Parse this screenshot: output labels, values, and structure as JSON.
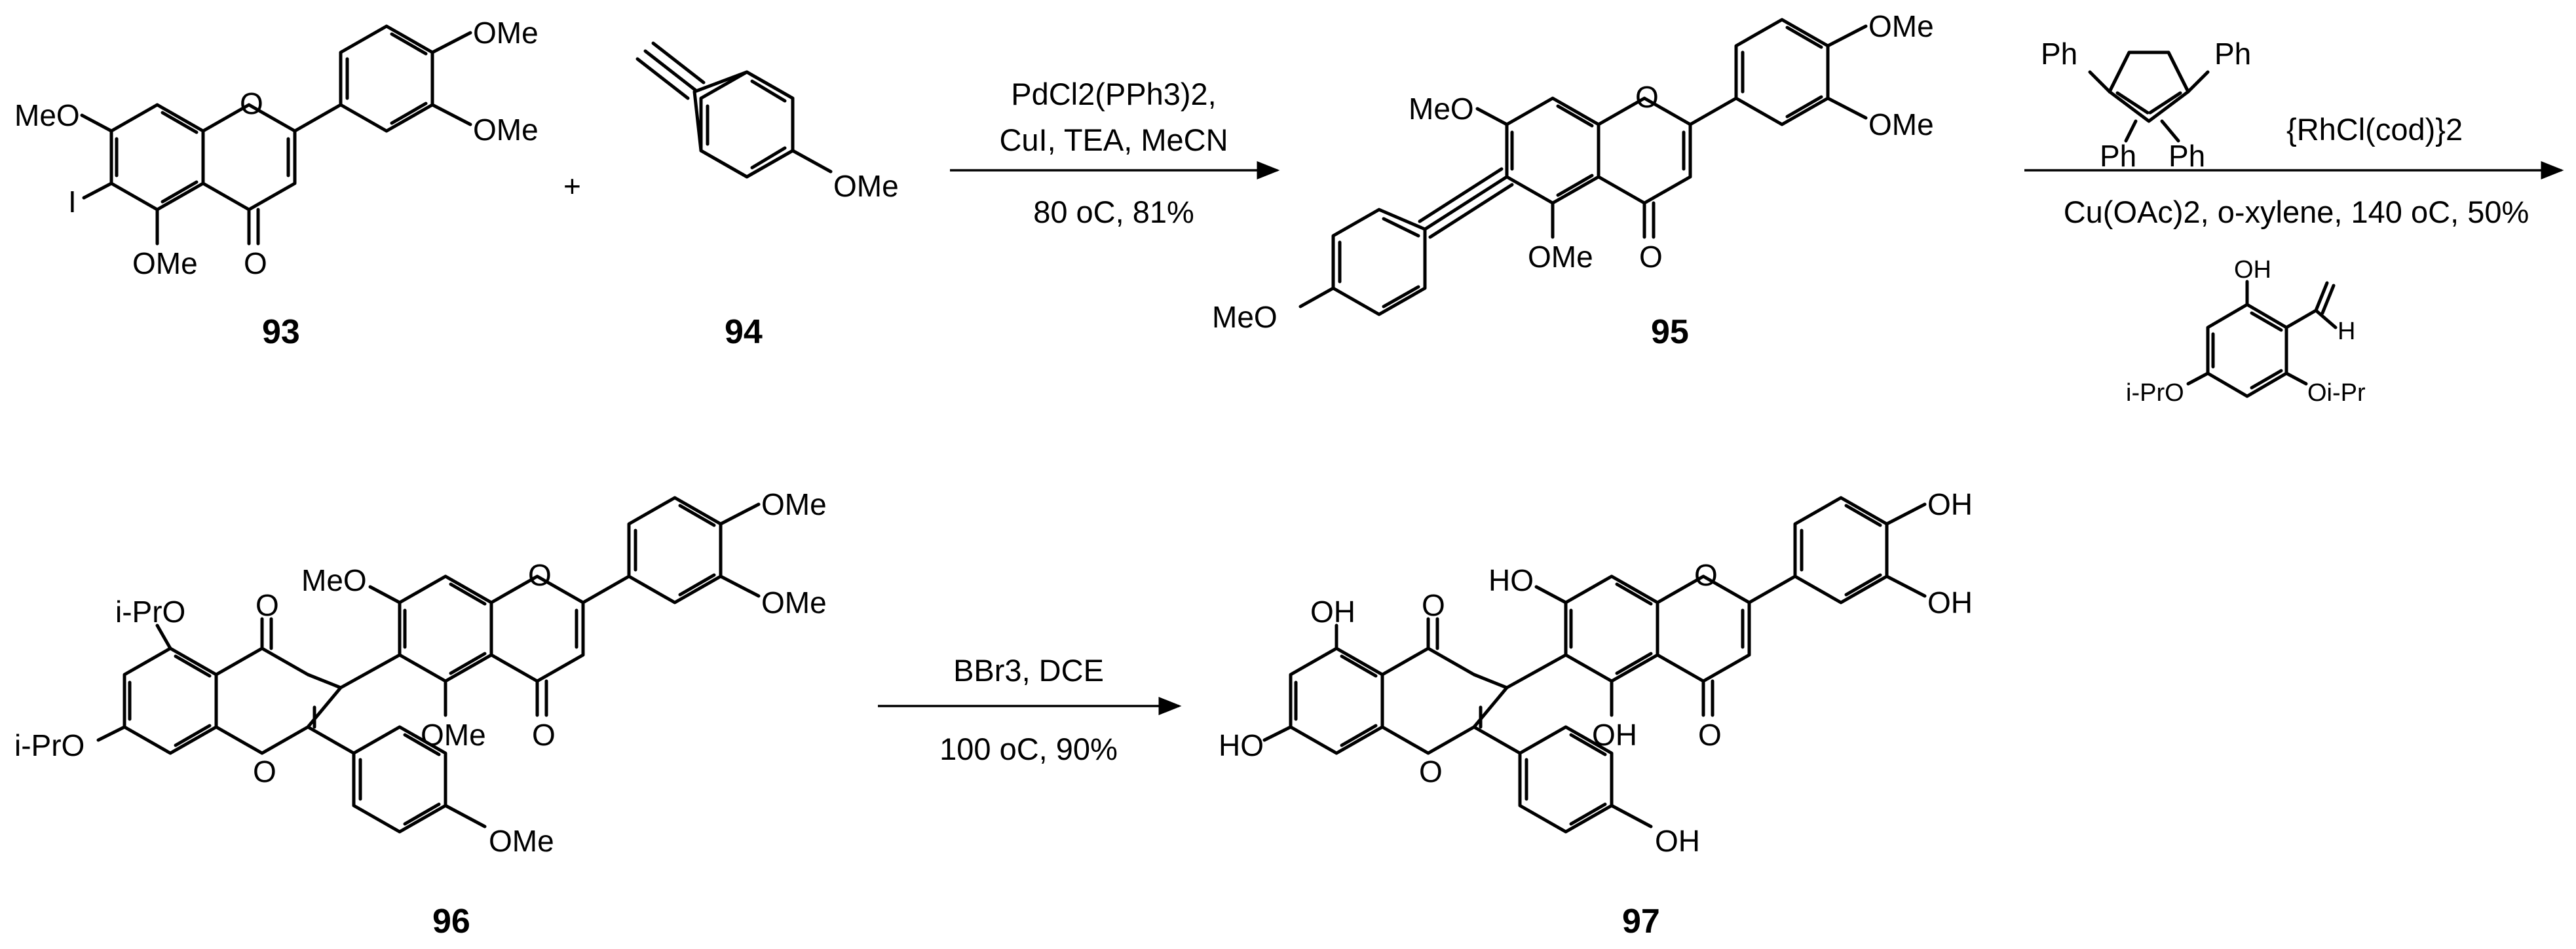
{
  "compounds": {
    "c93": {
      "number": "93",
      "labels": {
        "ome_top": "OMe",
        "ome_mid": "OMe",
        "meo": "MeO",
        "ring_o": "O",
        "iodo": "I",
        "ome_5": "OMe",
        "carbonyl": "O"
      }
    },
    "plus": "+",
    "c94": {
      "number": "94",
      "labels": {
        "ome": "OMe"
      }
    },
    "c95": {
      "number": "95",
      "labels": {
        "ome_top": "OMe",
        "ome_mid": "OMe",
        "meo": "MeO",
        "ring_o": "O",
        "ome_5": "OMe",
        "carbonyl": "O",
        "meo_aryl": "MeO"
      }
    },
    "c96": {
      "number": "96",
      "labels": {
        "ome_top": "OMe",
        "ome_mid": "OMe",
        "meo": "MeO",
        "ring_o": "O",
        "ome_5": "OMe",
        "carbonyl": "O",
        "ipro_5": "i-PrO",
        "ipro_7": "i-PrO",
        "ring_o2": "O",
        "carbonyl2": "O",
        "ome_aryl": "OMe"
      }
    },
    "c97": {
      "number": "97",
      "labels": {
        "oh_top": "OH",
        "oh_mid": "OH",
        "ho_7": "HO",
        "ring_o": "O",
        "oh_5": "OH",
        "carbonyl": "O",
        "oh_5b": "OH",
        "ho_7b": "HO",
        "ring_o2": "O",
        "carbonyl2": "O",
        "oh_aryl": "OH"
      }
    },
    "reagent_aldehyde": {
      "labels": {
        "oh": "OH",
        "h": "H",
        "ipro": "i-PrO",
        "oipr": "Oi-Pr"
      }
    },
    "reagent_tetraphenyl": {
      "labels": {
        "ph1": "Ph",
        "ph2": "Ph",
        "ph3": "Ph",
        "ph4": "Ph"
      }
    }
  },
  "arrows": {
    "step1": {
      "above_1": "PdCl2(PPh3)2,",
      "above_2": "CuI, TEA, MeCN",
      "below": "80 oC, 81%"
    },
    "step2": {
      "catalyst": "{RhCl(cod)}2",
      "below": "Cu(OAc)2, o-xylene, 140 oC, 50%"
    },
    "step3": {
      "above": "BBr3, DCE",
      "below": "100 oC, 90%"
    }
  }
}
